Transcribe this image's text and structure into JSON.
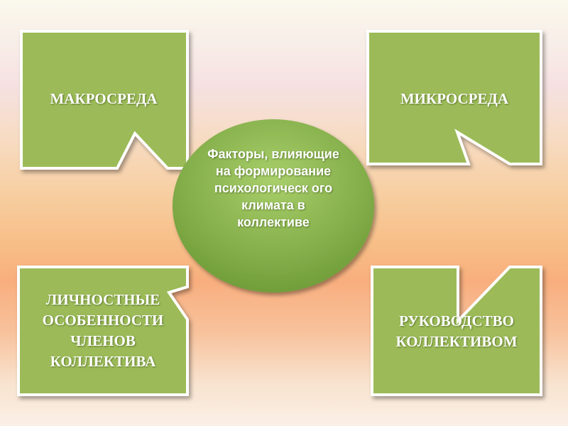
{
  "center": {
    "text": "Факторы, влияющие на формирование психологическ ого климата в коллективе"
  },
  "callouts": {
    "top_left": {
      "text": "МАКРОСРЕДА"
    },
    "top_right": {
      "text": "МИКРОСРЕДА"
    },
    "bottom_left": {
      "text": "ЛИЧНОСТНЫЕ\nОСОБЕННОСТИ\nЧЛЕНОВ\nКОЛЛЕКТИВА"
    },
    "bottom_right": {
      "text": "РУКОВОДСТВО\nКОЛЛЕКТИВОМ"
    }
  },
  "colors": {
    "box_fill": "#9cbb59",
    "box_stroke": "#ffffff",
    "circle_light": "#a8cf6a",
    "circle_dark": "#6c9a36"
  }
}
